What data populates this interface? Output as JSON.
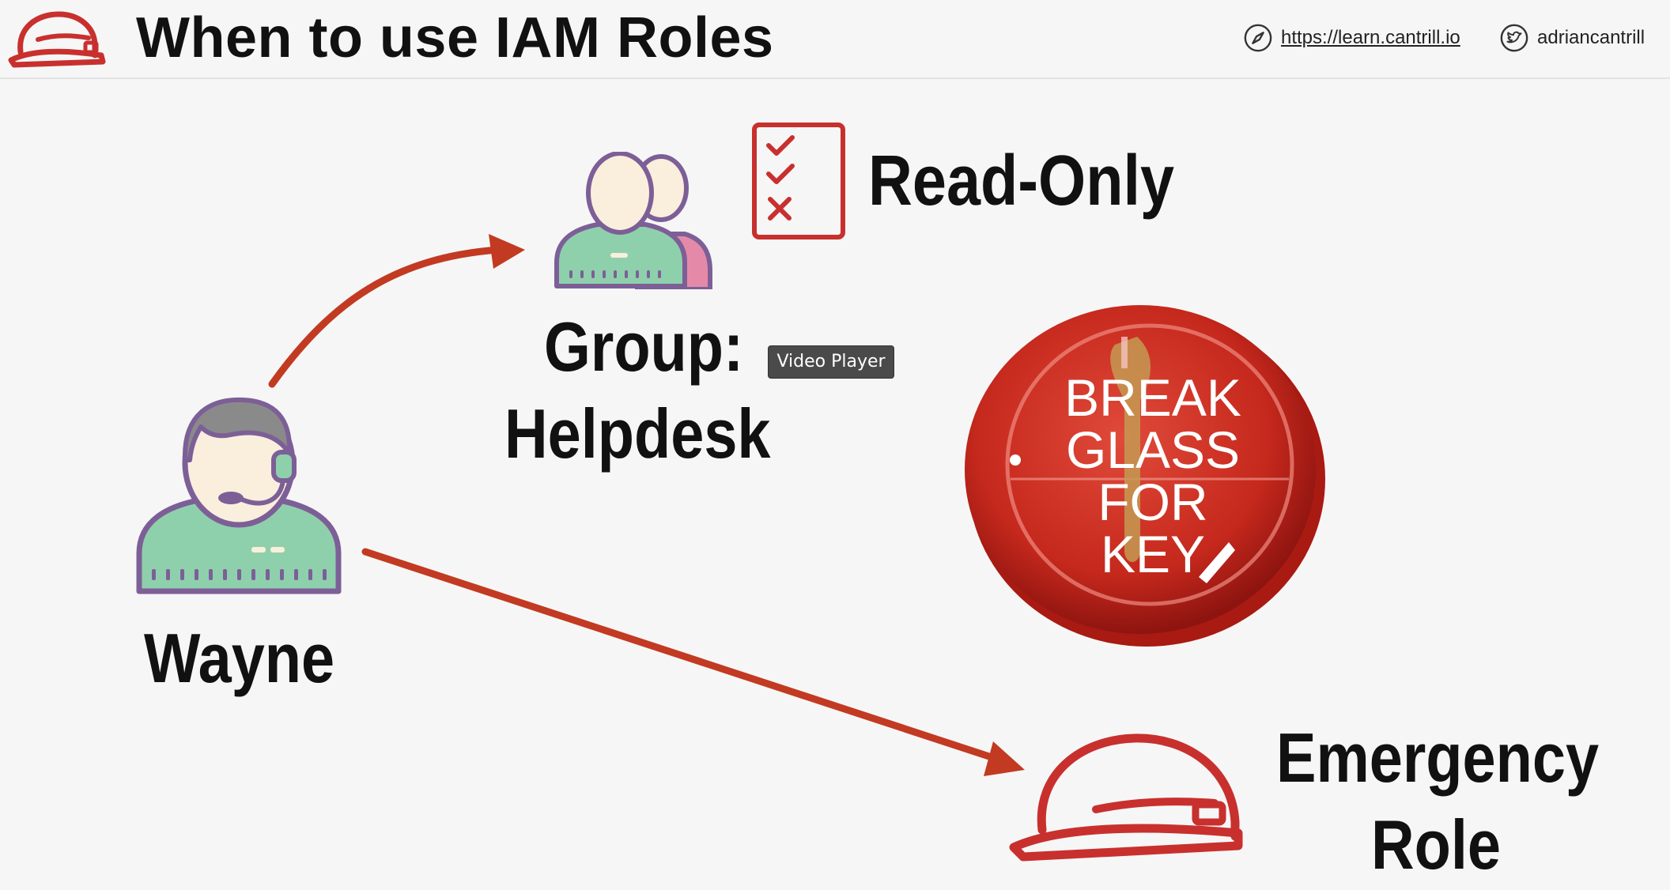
{
  "header": {
    "title": "When to use IAM Roles",
    "site_url": "https://learn.cantrill.io",
    "twitter_handle": "adriancantrill"
  },
  "diagram": {
    "read_only_label": "Read-Only",
    "group_label_line1": "Group:",
    "group_label_line2": "Helpdesk",
    "user_label": "Wayne",
    "role_label_line1": "Emergency",
    "role_label_line2": "Role",
    "break_glass_text": [
      "BREAK",
      "GLASS",
      "FOR",
      "KEY"
    ]
  },
  "tooltip": {
    "text": "Video Player"
  },
  "colors": {
    "accent_red": "#c8302e",
    "arrow_red": "#c23a22",
    "person_green": "#8fd0ac",
    "person_outline": "#7d5f97",
    "skin": "#faeedd",
    "group_pink": "#e48aa8",
    "hair_gray": "#8a8a8a"
  },
  "icons": [
    "hardhat-icon",
    "compass-icon",
    "twitter-icon",
    "checklist-icon",
    "group-icon",
    "helpdesk-user-icon",
    "break-glass-image",
    "emergency-hardhat-icon"
  ]
}
